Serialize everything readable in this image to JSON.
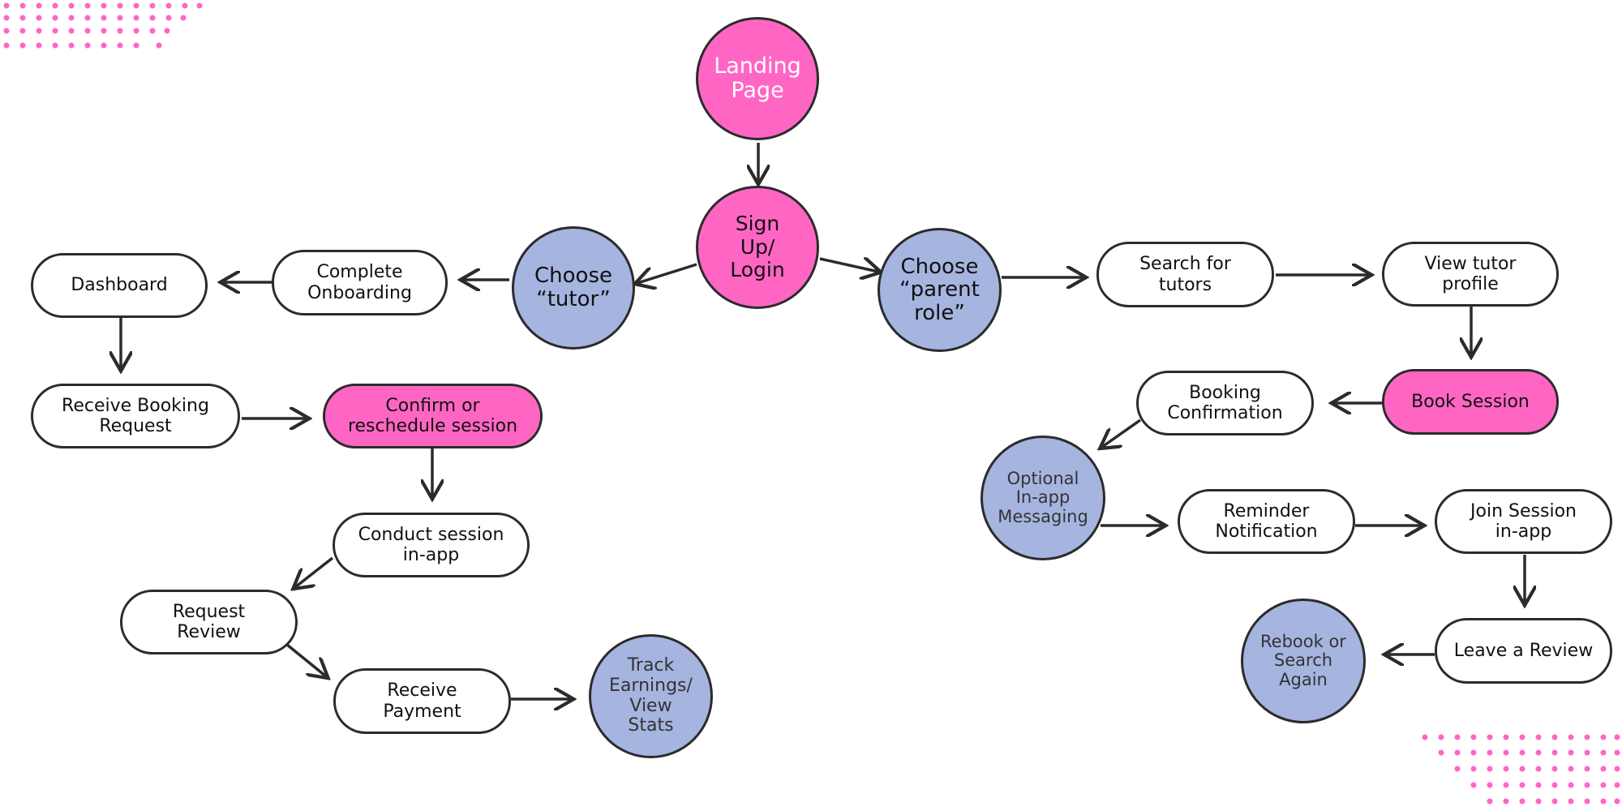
{
  "colors": {
    "pink": "#ff66c4",
    "blue": "#a6b4e0",
    "stroke": "#2b2b2b",
    "white": "#ffffff"
  },
  "nodes": {
    "landing": "Landing\nPage",
    "signup": "Sign\nUp/\nLogin",
    "tutor": "Choose\n“tutor”",
    "parent": "Choose\n“parent\nrole”",
    "onboarding": "Complete\nOnboarding",
    "dashboard": "Dashboard",
    "receive_booking": "Receive Booking\nRequest",
    "confirm": "Confirm or\nreschedule session",
    "conduct": "Conduct session\nin-app",
    "request_review": "Request\nReview",
    "receive_payment": "Receive\nPayment",
    "track": "Track\nEarnings/\nView\nStats",
    "search": "Search for\ntutors",
    "view_profile": "View tutor\nprofile",
    "book": "Book Session",
    "booking_confirmation": "Booking\nConfirmation",
    "messaging": "Optional\nIn-app\nMessaging",
    "reminder": "Reminder\nNotification",
    "join": "Join Session\nin-app",
    "leave_review": "Leave a Review",
    "rebook": "Rebook or\nSearch\nAgain"
  }
}
